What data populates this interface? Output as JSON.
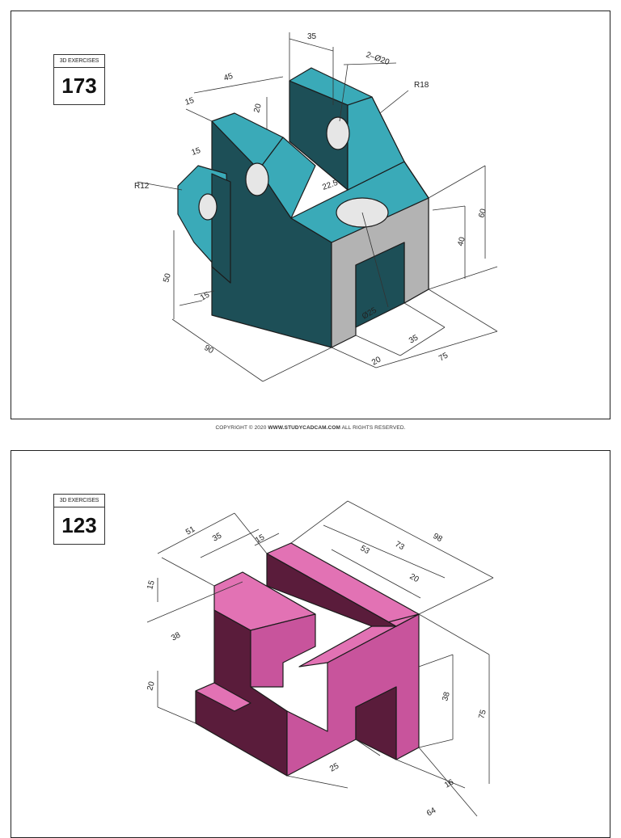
{
  "exercise_1": {
    "caption": "3D EXERCISES",
    "number": "173",
    "colors": {
      "top": "#3aaab8",
      "side": "#1d4f57",
      "cut": "#b3b3b3",
      "hole": "#e6e6e6"
    },
    "dimensions": {
      "d35": "35",
      "holes": "2–Ø20",
      "r18": "R18",
      "d45": "45",
      "d15a": "15",
      "d20": "20",
      "d15b": "15",
      "r12": "R12",
      "d22_5": "22.5",
      "d60": "60",
      "d40": "40",
      "d50": "50",
      "d15c": "15",
      "d90": "90",
      "dia25": "Ø25",
      "d35b": "35",
      "d20b": "20",
      "d75": "75"
    }
  },
  "copyright": {
    "prefix": "COPYRIGHT © 2020",
    "site": "WWW.STUDYCADCAM.COM",
    "suffix": "ALL RIGHTS RESERVED."
  },
  "exercise_2": {
    "caption": "3D EXERCISES",
    "number": "123",
    "colors": {
      "top": "#e272b4",
      "left": "#5a1c3b",
      "right": "#c8549c"
    },
    "dimensions": {
      "d51": "51",
      "d35": "35",
      "d15a": "15",
      "d98": "98",
      "d73": "73",
      "d53": "53",
      "d20a": "20",
      "d15b": "15",
      "d38a": "38",
      "d20b": "20",
      "d38b": "38",
      "d75": "75",
      "d25": "25",
      "d16": "16",
      "d64": "64"
    }
  }
}
